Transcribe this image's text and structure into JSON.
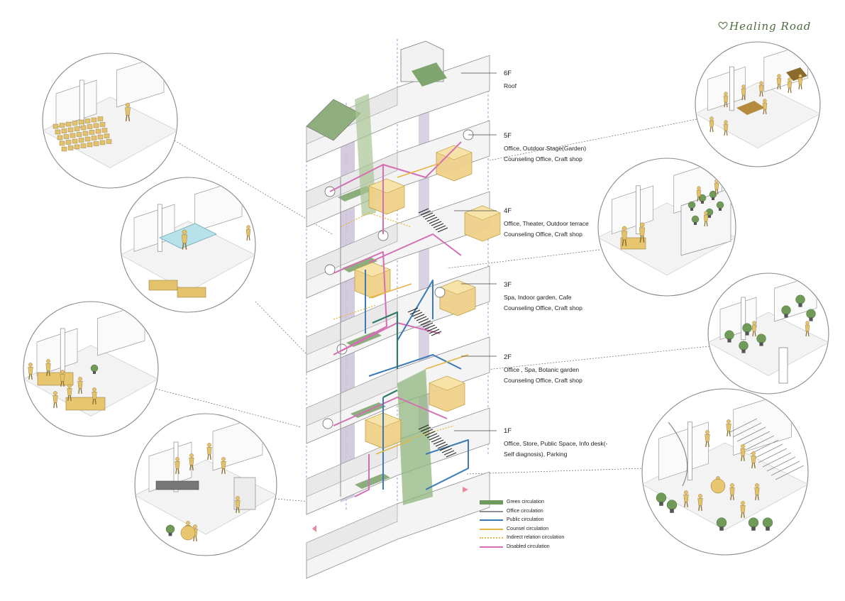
{
  "brand": {
    "title": "Healing Road",
    "icon": "heart-outline-icon",
    "color": "#4d6b3c"
  },
  "floors": [
    {
      "id": "6F",
      "lines": [
        "Roof"
      ]
    },
    {
      "id": "5F",
      "lines": [
        "Office, Outdoor Stage(Garden)",
        "Counseling Office, Craft shop"
      ]
    },
    {
      "id": "4F",
      "lines": [
        "Office, Theater, Outdoor terrace",
        "Counseling Office, Craft shop"
      ]
    },
    {
      "id": "3F",
      "lines": [
        "Spa, Indoor garden, Cafe",
        "Counseling Office, Craft shop"
      ]
    },
    {
      "id": "2F",
      "lines": [
        "Office , Spa,  Botanic garden",
        "Counseling Office, Craft shop"
      ]
    },
    {
      "id": "1F",
      "lines": [
        "Office, Store, Public Space, Info desk(-",
        "Self diagnosis), Parking"
      ]
    }
  ],
  "legend": [
    {
      "label": "Green circulation",
      "color": "#6e9a5e",
      "style": "thick"
    },
    {
      "label": "Office circulation",
      "color": "#8e8e96",
      "style": "solid"
    },
    {
      "label": "Public circulation",
      "color": "#3d79b5",
      "style": "solid"
    },
    {
      "label": "Counsel circulation",
      "color": "#e6b645",
      "style": "solid"
    },
    {
      "label": "Indirect relation circulation",
      "color": "#e6b645",
      "style": "dotted"
    },
    {
      "label": "Disabled circulation",
      "color": "#d46fb3",
      "style": "solid"
    }
  ],
  "vignettes": [
    {
      "name": "theater-vignette",
      "icon": "theater-seating-icon"
    },
    {
      "name": "spa-vignette",
      "icon": "spa-pool-icon"
    },
    {
      "name": "office-vignette",
      "icon": "office-desks-icon"
    },
    {
      "name": "store-vignette",
      "icon": "store-shelves-icon"
    },
    {
      "name": "outdoor-stage-vignette",
      "icon": "outdoor-stage-icon"
    },
    {
      "name": "counseling-vignette",
      "icon": "counseling-room-icon"
    },
    {
      "name": "botanic-garden-vignette",
      "icon": "botanic-garden-icon"
    },
    {
      "name": "public-space-vignette",
      "icon": "public-stair-icon"
    }
  ],
  "colors": {
    "figure": "#e3c26b",
    "figureEdge": "#8a7030",
    "green": "#7fa66f",
    "wall": "#bdbdbd",
    "purpleCore": "#c9bfd6",
    "pink": "#d46fb3",
    "blue": "#3d79b5",
    "leaderLine": "#666666"
  }
}
